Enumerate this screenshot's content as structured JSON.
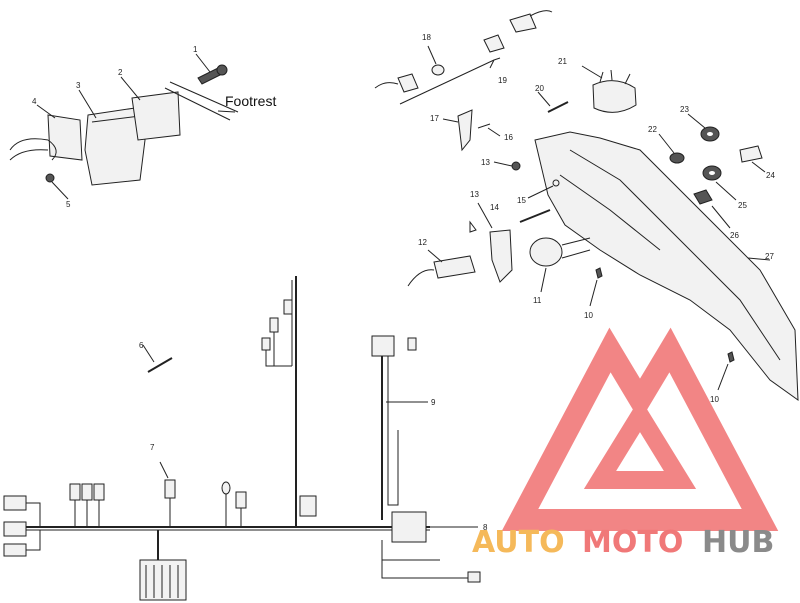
{
  "callouts": {
    "c1": "1",
    "c2": "2",
    "c3": "3",
    "c4": "4",
    "c5": "5",
    "c6": "6",
    "c7": "7",
    "c8": "8",
    "c9": "9",
    "c10a": "10",
    "c10b": "10",
    "c11": "11",
    "c12": "12",
    "c13a": "13",
    "c13b": "13",
    "c14": "14",
    "c15": "15",
    "c16": "16",
    "c17": "17",
    "c18": "18",
    "c19": "19",
    "c20": "20",
    "c21": "21",
    "c22": "22",
    "c23": "23",
    "c24": "24",
    "c25": "25",
    "c26": "26",
    "c27": "27"
  },
  "footrest_label": "Footrest",
  "watermark": {
    "part1": "AUTO",
    "part2": "MOTO",
    "part3": "HUB",
    "color_auto": "#f5b95a",
    "color_moto": "#f07878",
    "color_hub": "#8a8a8a",
    "logo_color": "#f07070"
  }
}
